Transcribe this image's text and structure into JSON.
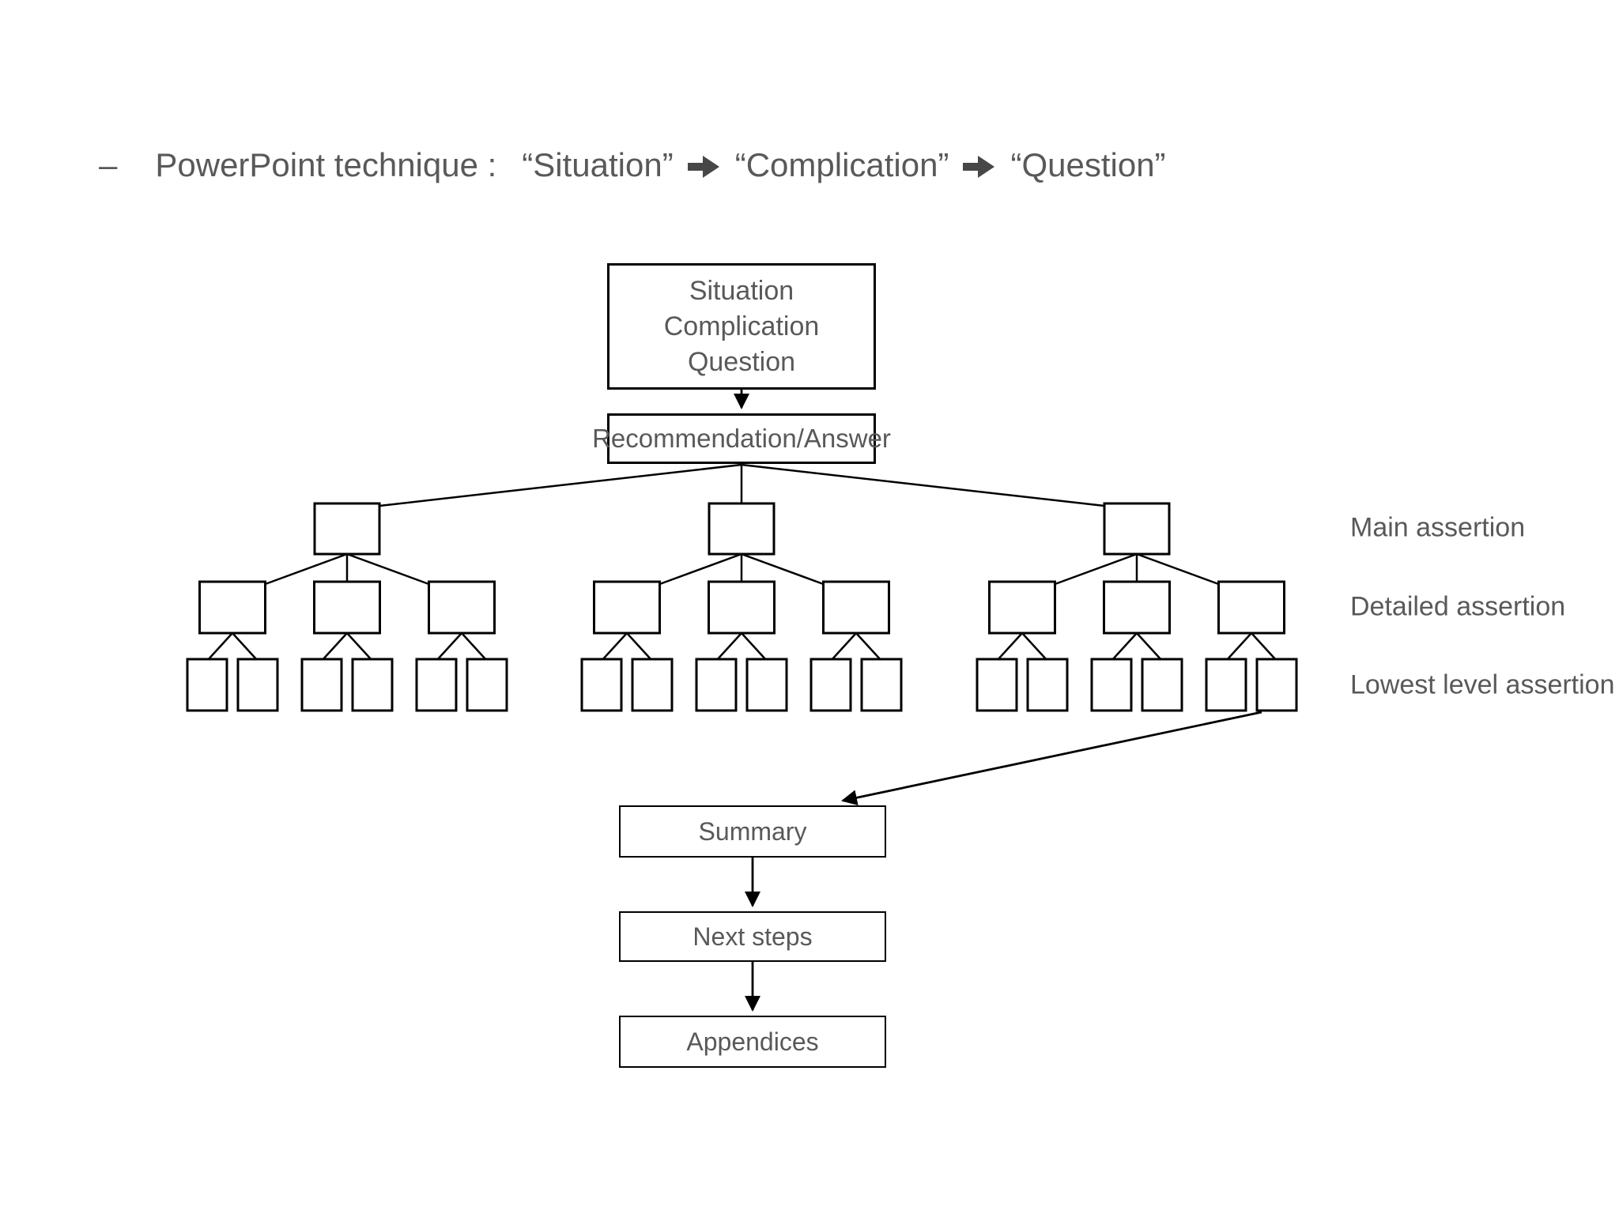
{
  "slide": {
    "title": {
      "bullet": "–",
      "prefix": "PowerPoint technique :",
      "steps": [
        "“Situation”",
        "“Complication”",
        "“Question”"
      ]
    },
    "pyramid": {
      "scq_box": {
        "lines": [
          "Situation",
          "Complication",
          "Question"
        ]
      },
      "recommendation_box": "Recommendation/Answer",
      "level_labels": [
        "Main assertion",
        "Detailed assertion",
        "Lowest level assertion"
      ]
    },
    "closing_flow": [
      "Summary",
      "Next steps",
      "Appendices"
    ]
  },
  "colors": {
    "text": "#595959",
    "line": "#000000",
    "title_arrow": "#474747",
    "background": "#ffffff"
  }
}
